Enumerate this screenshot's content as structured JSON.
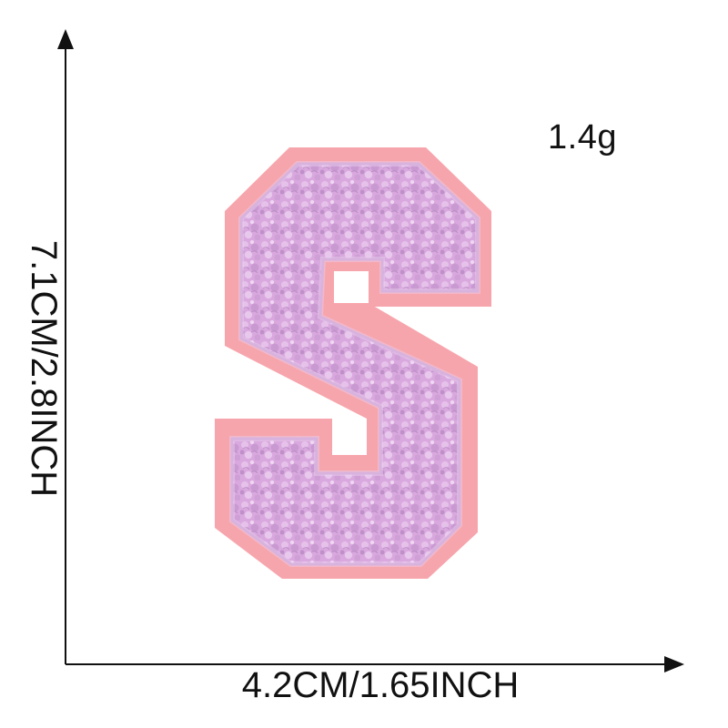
{
  "product": {
    "letter": "S",
    "weight_label": "1.4g",
    "width_label": "4.2CM/1.65INCH",
    "height_label": "7.1CM/2.8INCH",
    "colors": {
      "felt_border": "#f7a5ac",
      "chenille": "#d9a8de",
      "chenille_shadow": "#b98cc4",
      "chenille_highlight": "#ead0ef",
      "axis": "#111111"
    }
  }
}
